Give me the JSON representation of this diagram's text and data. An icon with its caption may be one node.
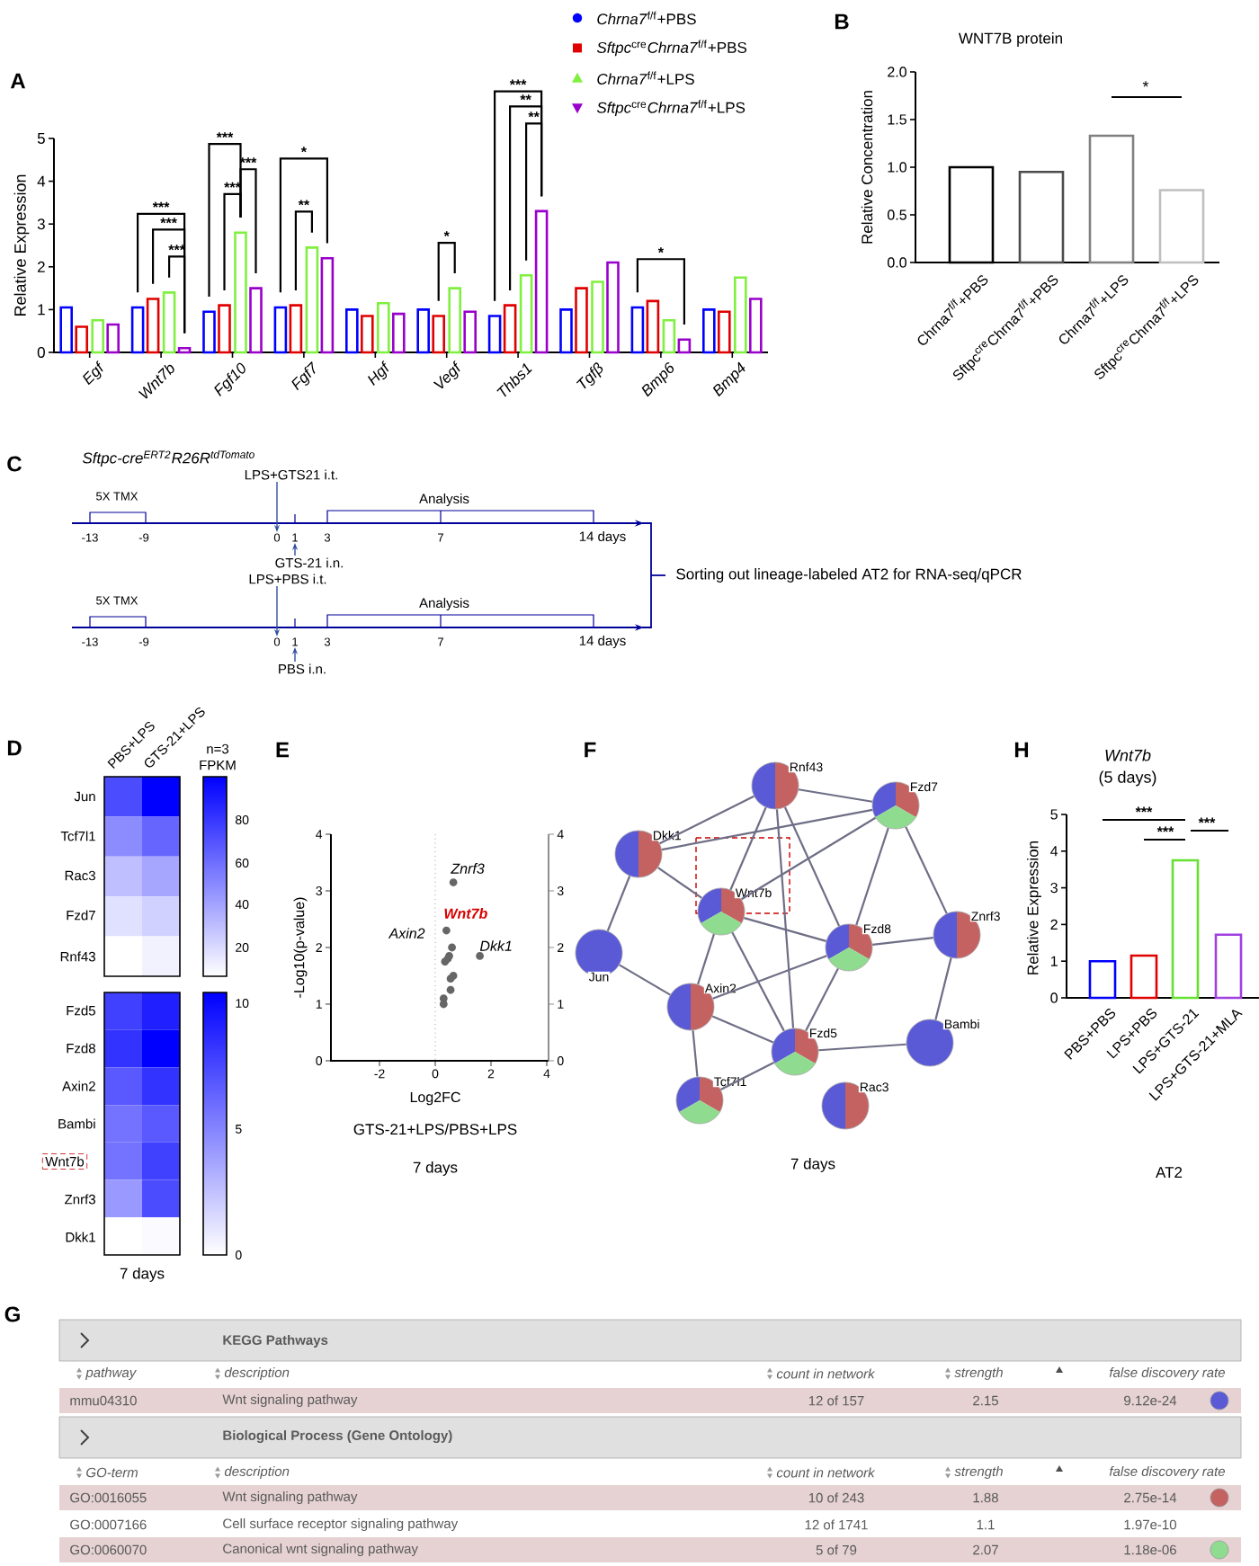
{
  "diagram": {
    "nodes": [
      {
        "text": [
          "LPS+GTS21 i.t."
        ]
      },
      {
        "text": [
          "GTS-21 i.n."
        ]
      },
      {
        "text": [
          "LPS+PBS i.t."
        ]
      },
      {
        "text": [
          "PBS i.n."
        ]
      },
      {
        "text": [
          "Wnt7b"
        ]
      },
      {
        "text": [
          "Rnf43"
        ]
      },
      {
        "text": [
          "Fzd7"
        ]
      },
      {
        "text": [
          "Dkk1"
        ]
      },
      {
        "text": [
          "Wnt7b"
        ]
      },
      {
        "text": [
          "Jun"
        ]
      },
      {
        "text": [
          "Fzd8"
        ]
      },
      {
        "text": [
          "Znrf3"
        ]
      },
      {
        "text": [
          "Axin2"
        ]
      },
      {
        "text": [
          "Fzd5"
        ]
      },
      {
        "text": [
          "Bambi"
        ]
      },
      {
        "text": [
          "Tcf7l1"
        ]
      },
      {
        "text": [
          "Rac3"
        ]
      },
      {
        "text": [
          "0"
        ]
      },
      {
        "text": [
          "1"
        ]
      },
      {
        "text": [
          "0"
        ]
      },
      {
        "text": [
          "1"
        ]
      }
    ],
    "edges": [
      {
        "from": 0,
        "to": 17,
        "arrow": "to",
        "color": "#2f4f9f"
      },
      {
        "from": 1,
        "to": 18,
        "arrow": "to",
        "color": "#2f4f9f"
      },
      {
        "from": 2,
        "to": 19,
        "arrow": "to",
        "color": "#2f4f9f"
      },
      {
        "from": 3,
        "to": 20,
        "arrow": "to",
        "color": "#2f4f9f"
      },
      {
        "from": 5,
        "to": 6,
        "arrow": "none"
      },
      {
        "from": 5,
        "to": 7,
        "arrow": "none"
      },
      {
        "from": 5,
        "to": 8,
        "arrow": "none"
      },
      {
        "from": 5,
        "to": 10,
        "arrow": "none"
      },
      {
        "from": 5,
        "to": 13,
        "arrow": "none"
      },
      {
        "from": 6,
        "to": 7,
        "arrow": "none"
      },
      {
        "from": 6,
        "to": 8,
        "arrow": "none"
      },
      {
        "from": 6,
        "to": 10,
        "arrow": "none"
      },
      {
        "from": 6,
        "to": 11,
        "arrow": "none"
      },
      {
        "from": 7,
        "to": 8,
        "arrow": "none"
      },
      {
        "from": 7,
        "to": 9,
        "arrow": "none"
      },
      {
        "from": 8,
        "to": 10,
        "arrow": "none"
      },
      {
        "from": 8,
        "to": 12,
        "arrow": "none"
      },
      {
        "from": 8,
        "to": 13,
        "arrow": "none"
      },
      {
        "from": 10,
        "to": 12,
        "arrow": "none"
      },
      {
        "from": 10,
        "to": 13,
        "arrow": "none"
      },
      {
        "from": 10,
        "to": 11,
        "arrow": "none"
      },
      {
        "from": 11,
        "to": 14,
        "arrow": "none"
      },
      {
        "from": 12,
        "to": 13,
        "arrow": "none"
      },
      {
        "from": 12,
        "to": 15,
        "arrow": "none"
      },
      {
        "from": 12,
        "to": 9,
        "arrow": "none"
      },
      {
        "from": 13,
        "to": 14,
        "arrow": "none"
      },
      {
        "from": 13,
        "to": 15,
        "arrow": "none"
      }
    ],
    "labels": [
      "A",
      "B",
      "WNT7B protein",
      "Relative Concentration",
      "2.0",
      "1.5",
      "1.0",
      "0.5",
      "0.0",
      "Chrna7$^{f/f}$+PBS",
      "Sftpc$^{cre}$Chrna7$^{f/f}$+PBS",
      "Chrna7$^{f/f}$+LPS",
      "Sftpc$^{cre}$Chrna7$^{f/f}$+LPS",
      "*",
      "C",
      "Sftpc-cre$^{ERT2}$R26R$^{tdTomato}$",
      "5X TMX",
      "Analysis",
      "-13",
      "-9",
      "3",
      "7",
      "14 days",
      "5X TMX",
      "Analysis",
      "-13",
      "-9",
      "3",
      "7",
      "14 days",
      "Sorting out lineage-labeled AT2 for RNA-seq/qPCR",
      "D",
      "PBS+LPS",
      "GTS-21+LPS",
      "n=3 FPKM",
      "Jun",
      "Tcf7l1",
      "Rac3",
      "Fzd7",
      "Rnf43",
      "80",
      "60",
      "40",
      "20",
      "Fzd5",
      "Fzd8",
      "Axin2",
      "Bambi",
      "Znrf3",
      "Dkk1",
      "10",
      "5",
      "0",
      "7 days",
      "E",
      "4",
      "3",
      "2",
      "1",
      "0",
      "4",
      "3",
      "2",
      "1",
      "0",
      "-2",
      "0",
      "2",
      "4",
      "Log2FC",
      "-Log10(p-value)",
      "Znrf3",
      "Wnt7b",
      "Axin2",
      "Dkk1",
      "GTS-21+LPS/PBS+LPS",
      "7 days",
      "F",
      "7 days",
      "H",
      "Wnt7b",
      "(5 days)",
      "5",
      "4",
      "3",
      "2",
      "1",
      "0",
      "Relative Expression",
      "PBS+PBS",
      "LPS+PBS",
      "LPS+GTS-21",
      "LPS+GTS-21+MLA",
      "***",
      "***",
      "***",
      "AT2",
      "G",
      "KEGG Pathways",
      "pathway",
      "description",
      "count in network",
      "strength",
      "false discovery rate",
      "mmu04310",
      "Wnt signaling pathway",
      "12 of 157",
      "2.15",
      "9.12e-24",
      "Biological Process (Gene Ontology)",
      "GO-term",
      "description",
      "count in network",
      "strength",
      "false discovery rate",
      "GO:0016055",
      "Wnt signaling pathway",
      "10 of 243",
      "1.88",
      "2.75e-14",
      "GO:0007166",
      "Cell surface receptor signaling pathway",
      "12 of 1741",
      "1.1",
      "1.97e-10",
      "GO:0060070",
      "Canonical wnt signaling pathway",
      "5 of 79",
      "2.07",
      "1.18e-06"
    ],
    "legend": [
      {
        "text": "*Chrna7*$^{f/f}$+PBS",
        "color": "#0000ff"
      },
      {
        "text": "*Sftpc*$^{cre}$*Chrna7*$^{f/f}$+PBS",
        "color": "#e00000"
      },
      {
        "text": "*Chrna7*$^{f/f}$+LPS",
        "color": "#80f040"
      },
      {
        "text": "*Sftpc*$^{cre}$*Chrna7*$^{f/f}$+LPS",
        "color": "#9900cc"
      }
    ],
    "chart_data": {
      "type": "bar",
      "ylabel": "Relative Expression",
      "categories": [
        "Egf",
        "Wnt7b",
        "Fgf10",
        "Fgf7",
        "Hgf",
        "Vegf",
        "Thbs1",
        "Tgfβ",
        "Bmp6",
        "Bmp4"
      ],
      "series": [
        {
          "color": "#0000ff",
          "values": [
            1.05,
            1.05,
            0.95,
            1.05,
            1.0,
            1.0,
            0.85,
            1.0,
            1.05,
            1.0
          ]
        },
        {
          "color": "#e00000",
          "values": [
            0.6,
            1.25,
            1.1,
            1.1,
            0.85,
            0.85,
            1.1,
            1.5,
            1.2,
            0.95
          ]
        },
        {
          "color": "#80f040",
          "values": [
            0.75,
            1.4,
            2.8,
            2.45,
            1.15,
            1.5,
            1.8,
            1.65,
            0.75,
            1.75
          ]
        },
        {
          "color": "#9900cc",
          "values": [
            0.65,
            0.1,
            1.5,
            2.2,
            0.9,
            0.95,
            3.3,
            2.1,
            0.3,
            1.25
          ]
        }
      ],
      "ylim": [
        0,
        5
      ],
      "yticks": [
        0,
        1,
        2,
        3,
        4,
        5
      ],
      "annotations": [
        "***",
        "***",
        "***",
        "***",
        "***",
        "***",
        "*",
        "**",
        "*",
        "***",
        "**",
        "**",
        "*"
      ]
    }
  }
}
